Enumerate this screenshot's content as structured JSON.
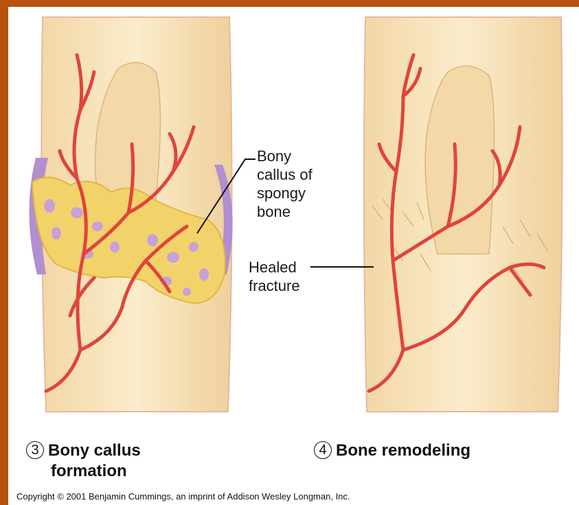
{
  "labels": {
    "bony_callus": [
      "Bony",
      "callus of",
      "spongy",
      "bone"
    ],
    "healed_fracture": [
      "Healed",
      "fracture"
    ]
  },
  "captions": {
    "step3": {
      "number": "3",
      "line1": "Bony callus",
      "line2": "formation"
    },
    "step4": {
      "number": "4",
      "line1": "Bone remodeling"
    }
  },
  "copyright": "Copyright © 2001 Benjamin Cummings, an imprint of Addison Wesley Longman, Inc.",
  "colors": {
    "background_border": "#b5530f",
    "bone": "#f7e3bc",
    "bone_shade": "#ecc98c",
    "callus": "#f2d36a",
    "vessel": "#e0443a",
    "pore": "#c9a0d8",
    "periosteum": "#b28fd0"
  }
}
